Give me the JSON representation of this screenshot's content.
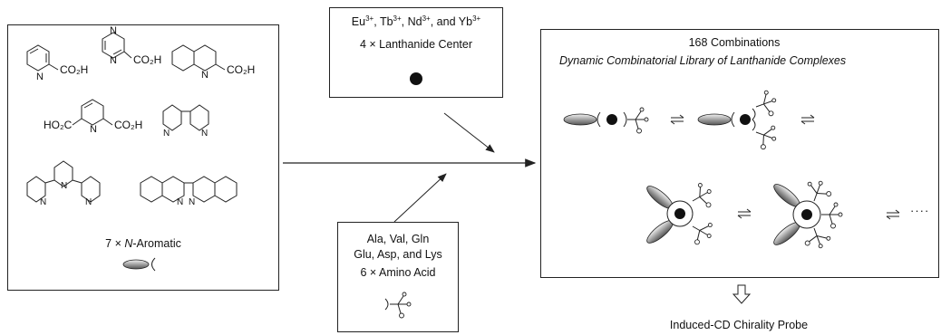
{
  "lanthanide": {
    "line1": "Eu3+, Tb3+, Nd3+, and Yb3+",
    "ions": [
      "Eu",
      "Tb",
      "Nd",
      "Yb"
    ],
    "title": "4 × Lanthanide Center"
  },
  "aromatic": {
    "title_prefix": "7 × ",
    "title_italic": "N",
    "title_suffix": "-Aromatic",
    "labels": {
      "co2h": "CO2H",
      "ho2c": "HO2C",
      "n": "N"
    }
  },
  "amino": {
    "line1": "Ala, Val, Gln",
    "line2": "Glu, Asp, and Lys",
    "title": "6 × Amino Acid"
  },
  "library": {
    "title": "168 Combinations",
    "subtitle": "Dynamic Combinatorial Library of Lanthanide Complexes",
    "ellipsis": "····"
  },
  "probe": {
    "label": "Induced-CD Chirality Probe"
  }
}
